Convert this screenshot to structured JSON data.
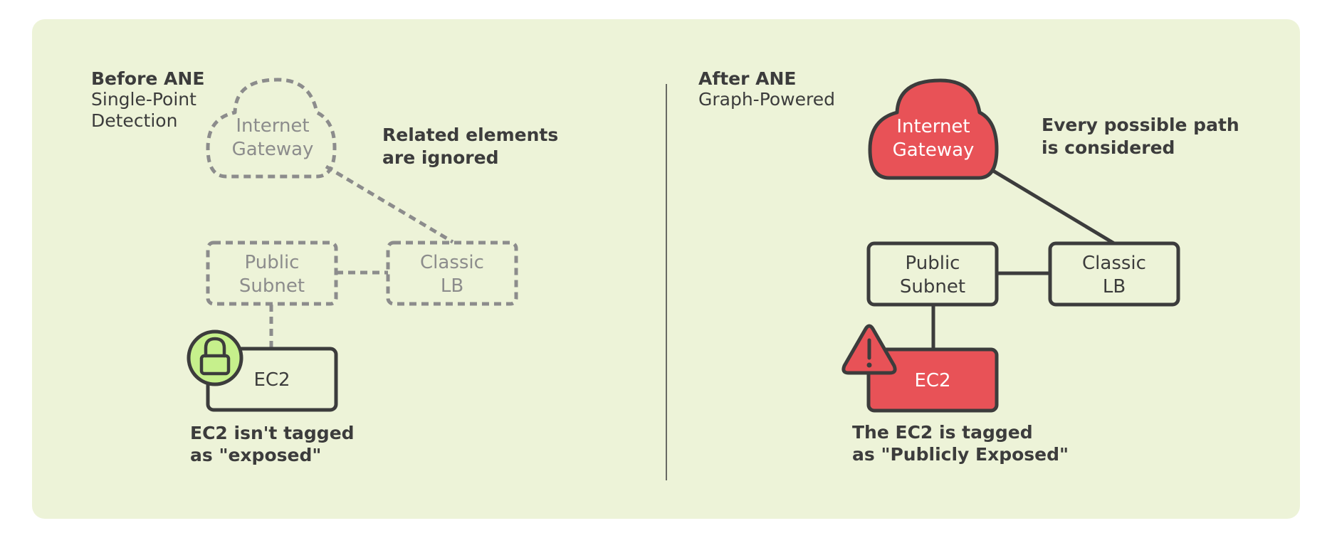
{
  "colors": {
    "background_panel": "#edf3d8",
    "dark_stroke": "#3c3c3c",
    "muted_gray": "#8c8c8c",
    "alert_red": "#e85257",
    "lock_green": "#c6f08c"
  },
  "before": {
    "title": "Before ANE",
    "subtitle_line1": "Single-Point",
    "subtitle_line2": "Detection",
    "internet_gateway": {
      "line1": "Internet",
      "line2": "Gateway"
    },
    "public_subnet": {
      "line1": "Public",
      "line2": "Subnet"
    },
    "classic_lb": {
      "line1": "Classic",
      "line2": "LB"
    },
    "ec2": "EC2",
    "note": {
      "line1": "Related elements",
      "line2": "are ignored"
    },
    "caption": {
      "line1": "EC2 isn't tagged",
      "line2": "as \"exposed\""
    },
    "badge_icon": "lock-icon"
  },
  "after": {
    "title": "After ANE",
    "subtitle": "Graph-Powered",
    "internet_gateway": {
      "line1": "Internet",
      "line2": "Gateway"
    },
    "public_subnet": {
      "line1": "Public",
      "line2": "Subnet"
    },
    "classic_lb": {
      "line1": "Classic",
      "line2": "LB"
    },
    "ec2": "EC2",
    "note": {
      "line1": "Every possible path",
      "line2": "is considered"
    },
    "caption": {
      "line1": "The EC2 is tagged",
      "line2": "as \"Publicly Exposed\""
    },
    "badge_icon": "warning-icon"
  }
}
